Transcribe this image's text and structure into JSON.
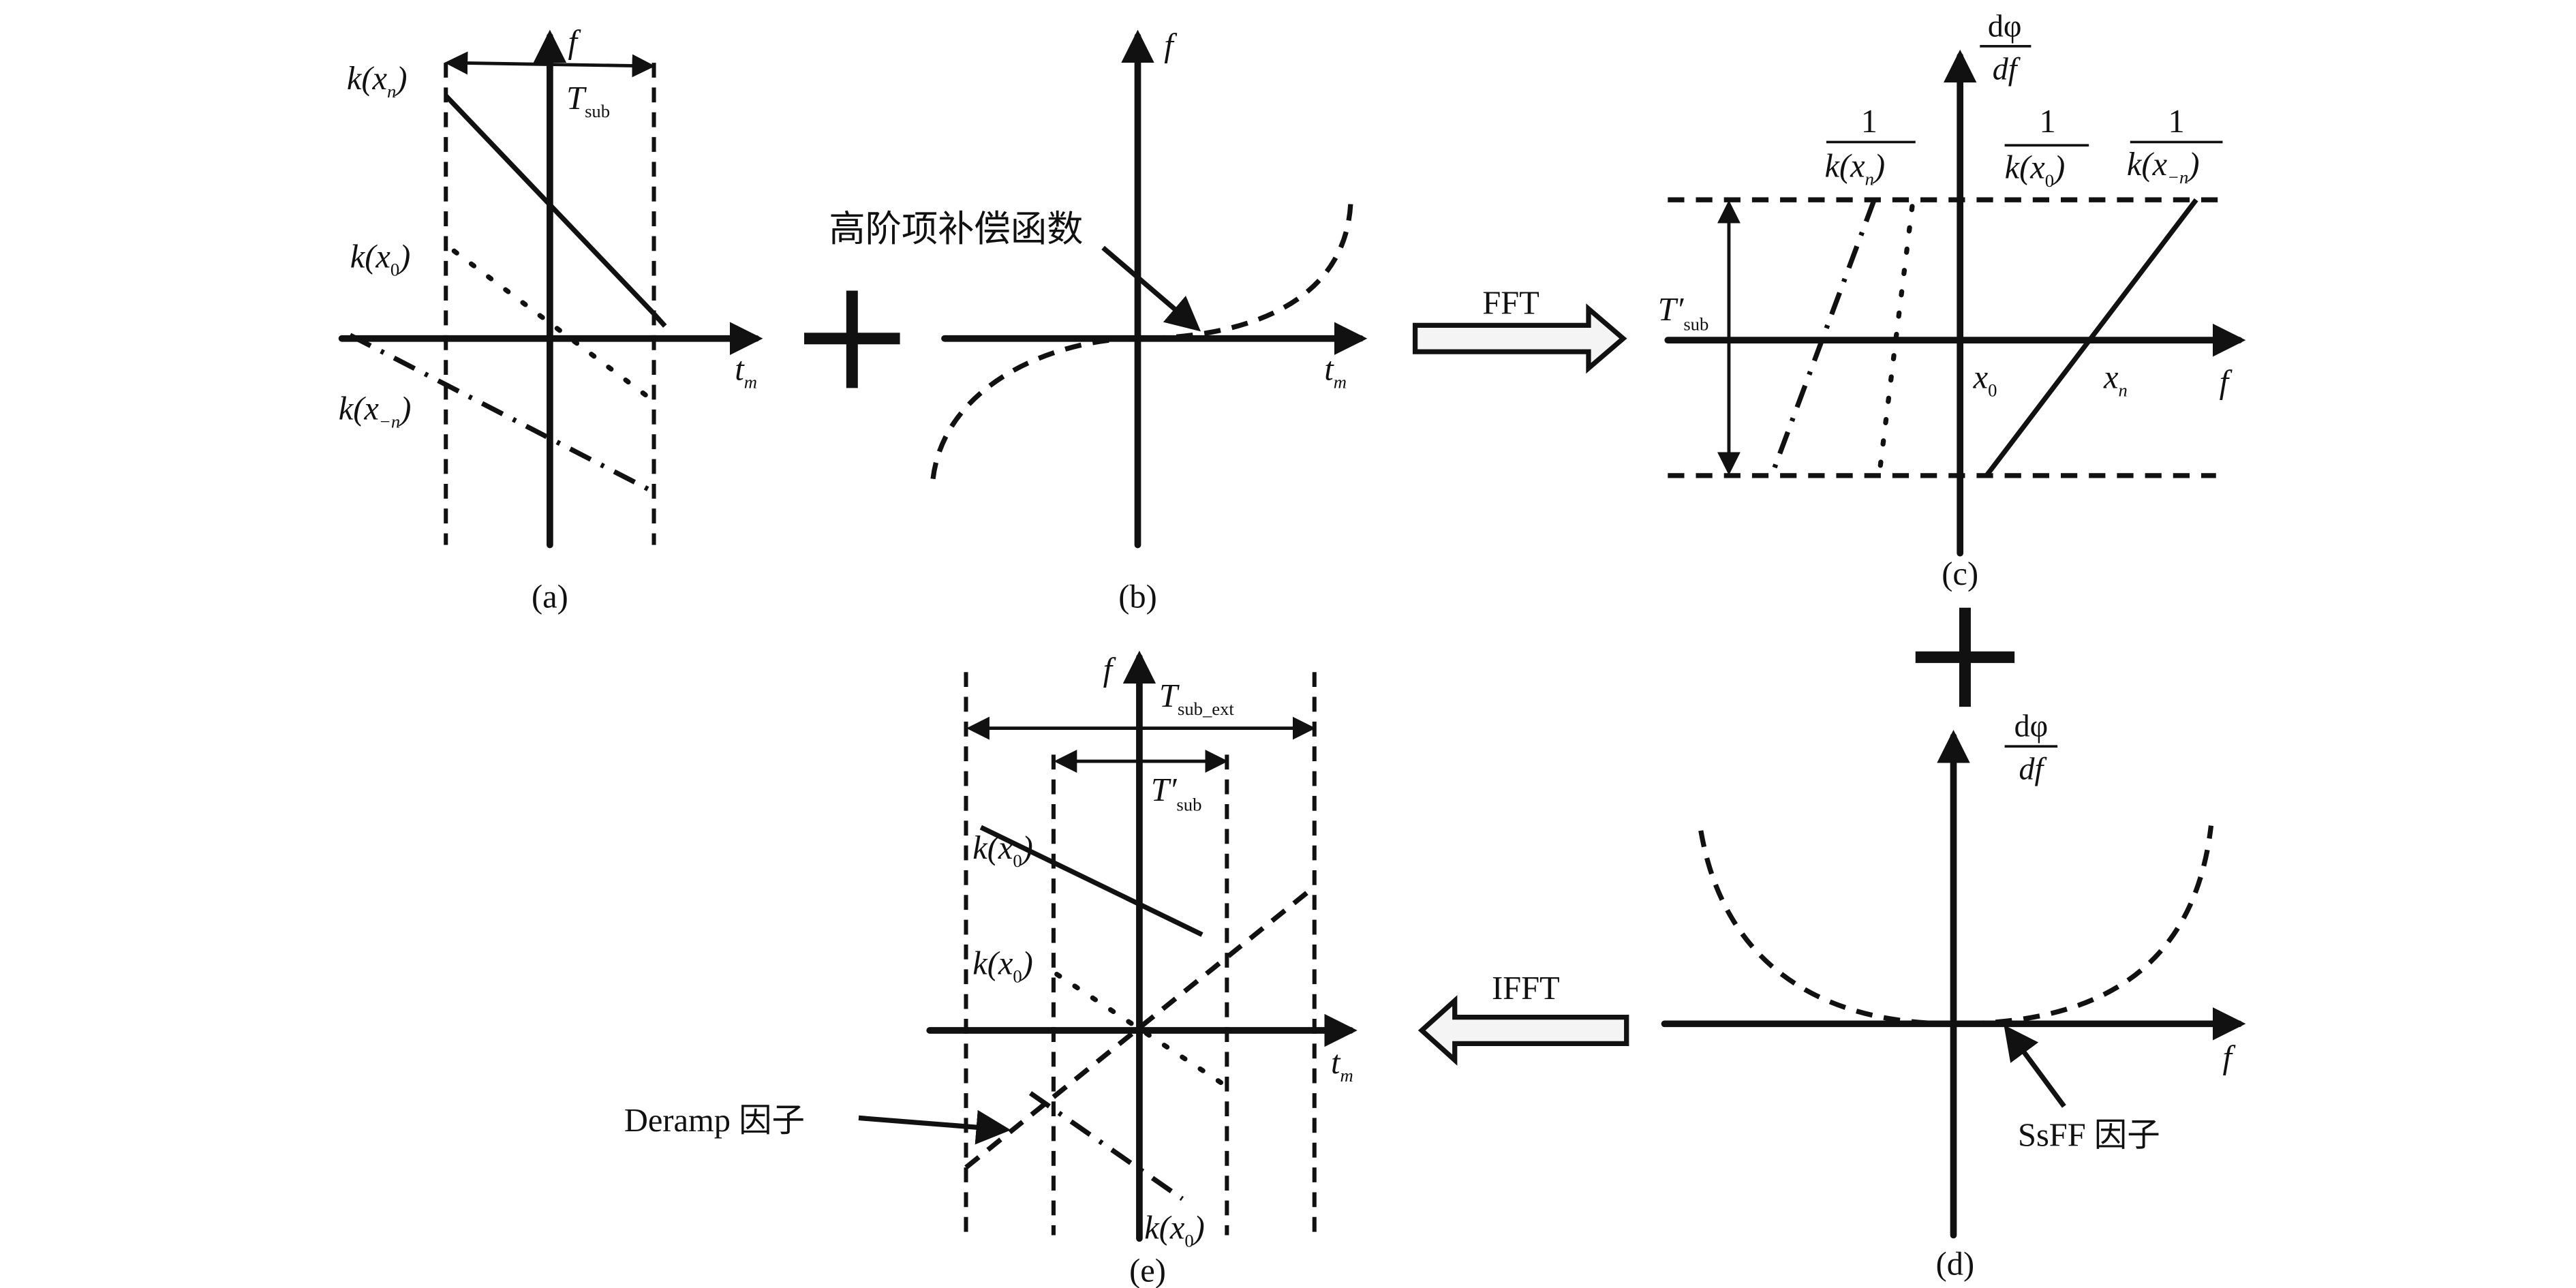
{
  "colors": {
    "ink": "#111111",
    "arrow_fill": "#f4f4f4"
  },
  "panel_a": {
    "caption": "(a)",
    "y_axis": "f",
    "x_axis": {
      "base": "t",
      "sub": "m"
    },
    "width_label": {
      "base": "T",
      "sub": "sub"
    },
    "k_xn": {
      "base": "k(x",
      "sub": "n",
      "close": ")"
    },
    "k_x0": {
      "base": "k(x",
      "sub": "0",
      "close": ")"
    },
    "k_xmn": {
      "base": "k(x",
      "sub": "−n",
      "close": ")"
    }
  },
  "plus_symbol": "+",
  "panel_b": {
    "caption": "(b)",
    "y_axis": "f",
    "x_axis": {
      "base": "t",
      "sub": "m"
    },
    "annotation": "高阶项补偿函数"
  },
  "fft_arrow": {
    "label": "FFT",
    "icon": "right-hollow-arrow"
  },
  "panel_c": {
    "caption": "(c)",
    "y_axis": {
      "num": "dφ",
      "den": "df"
    },
    "x_axis": "f",
    "height_label": {
      "base": "T′",
      "sub": "sub"
    },
    "tick_x0": {
      "base": "x",
      "sub": "0"
    },
    "tick_xn": {
      "base": "x",
      "sub": "n"
    },
    "frac_xn": {
      "num": "1",
      "base": "k(x",
      "sub": "n",
      "close": ")"
    },
    "frac_x0": {
      "num": "1",
      "base": "k(x",
      "sub": "0",
      "close": ")"
    },
    "frac_xmn": {
      "num": "1",
      "base": "k(x",
      "sub": "−n",
      "close": ")"
    }
  },
  "panel_d": {
    "caption": "(d)",
    "y_axis": {
      "num": "dφ",
      "den": "df"
    },
    "x_axis": "f",
    "annotation": "SsFF 因子"
  },
  "ifft_arrow": {
    "label": "IFFT",
    "icon": "left-hollow-arrow"
  },
  "panel_e": {
    "caption": "(e)",
    "y_axis": "f",
    "x_axis": {
      "base": "t",
      "sub": "m"
    },
    "ext_label": {
      "base": "T",
      "sub": "sub_ext"
    },
    "sub_label": {
      "base": "T′",
      "sub": "sub"
    },
    "k_top": {
      "base": "k(x",
      "sub": "0",
      "close": ")"
    },
    "k_mid": {
      "base": "k(x",
      "sub": "0",
      "close": ")"
    },
    "k_bot": {
      "base": "k(x",
      "sub": "0",
      "close": ")"
    },
    "annotation": "Deramp 因子"
  }
}
